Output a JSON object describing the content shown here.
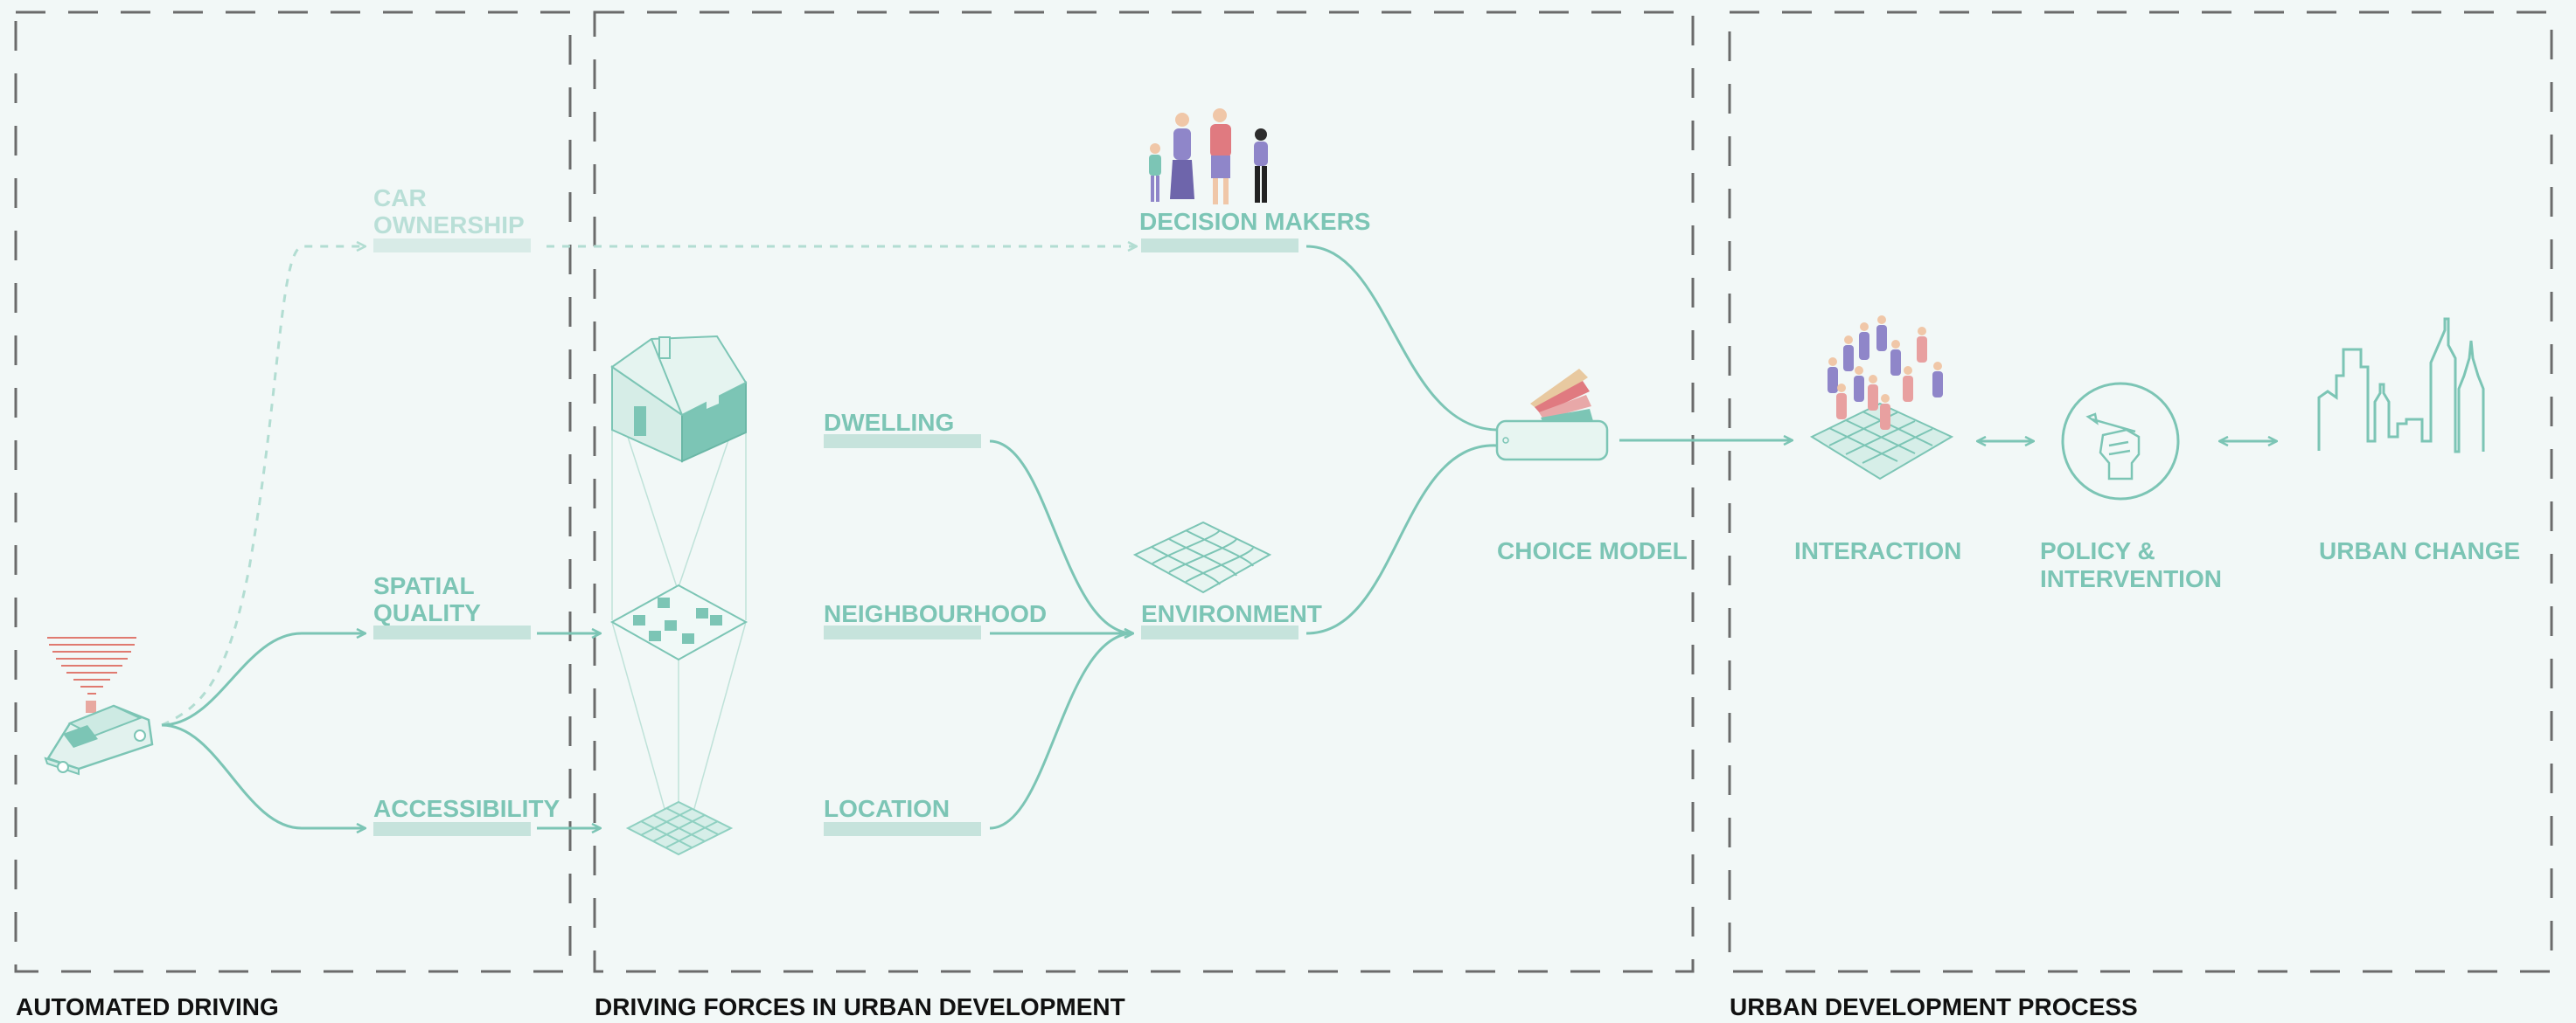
{
  "sections": {
    "automated_driving": "AUTOMATED DRIVING",
    "driving_forces": "DRIVING FORCES IN URBAN DEVELOPMENT",
    "urban_process": "URBAN DEVELOPMENT PROCESS"
  },
  "labels": {
    "car_ownership_1": "CAR",
    "car_ownership_2": "OWNERSHIP",
    "spatial_quality_1": "SPATIAL",
    "spatial_quality_2": "QUALITY",
    "accessibility": "ACCESSIBILITY",
    "dwelling": "DWELLING",
    "neighbourhood": "NEIGHBOURHOOD",
    "location": "LOCATION",
    "decision_makers": "DECISION MAKERS",
    "environment": "ENVIRONMENT",
    "choice_model": "CHOICE MODEL",
    "interaction": "INTERACTION",
    "policy_1": "POLICY &",
    "policy_2": "INTERVENTION",
    "urban_change": "URBAN CHANGE"
  },
  "colors": {
    "background": "#f2f8f7",
    "accent": "#7cc5b5",
    "faded": "#b9dfd7",
    "bar": "#c6e3dc",
    "frame": "#6b6b6b",
    "sensor_red": "#e07a70",
    "people_purple": "#8f86c9",
    "people_pink": "#e8a0a0"
  }
}
